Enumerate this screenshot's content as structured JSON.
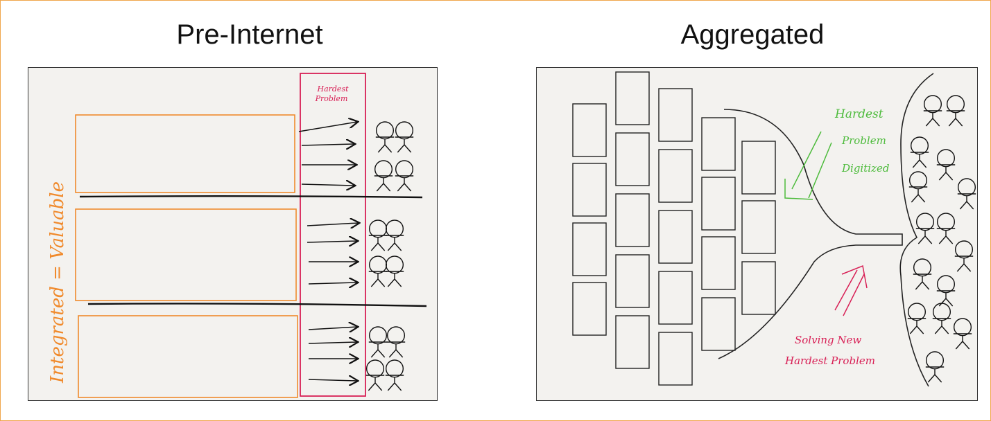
{
  "titles": {
    "left": "Pre-Internet",
    "right": "Aggregated"
  },
  "left_panel": {
    "vertical_label": "Integrated = Valuable",
    "column_label_line1": "Hardest",
    "column_label_line2": "Problem"
  },
  "right_panel": {
    "green_label_line1": "Hardest",
    "green_label_line2": "Problem",
    "green_label_line3": "Digitized",
    "red_label_line1": "Solving New",
    "red_label_line2": "Hardest Problem"
  },
  "colors": {
    "orange": "#f08a2c",
    "red": "#d81f55",
    "green": "#4dbb3c",
    "ink": "#111111",
    "panel_bg": "#f3f2ef",
    "frame": "#f0a54a"
  }
}
